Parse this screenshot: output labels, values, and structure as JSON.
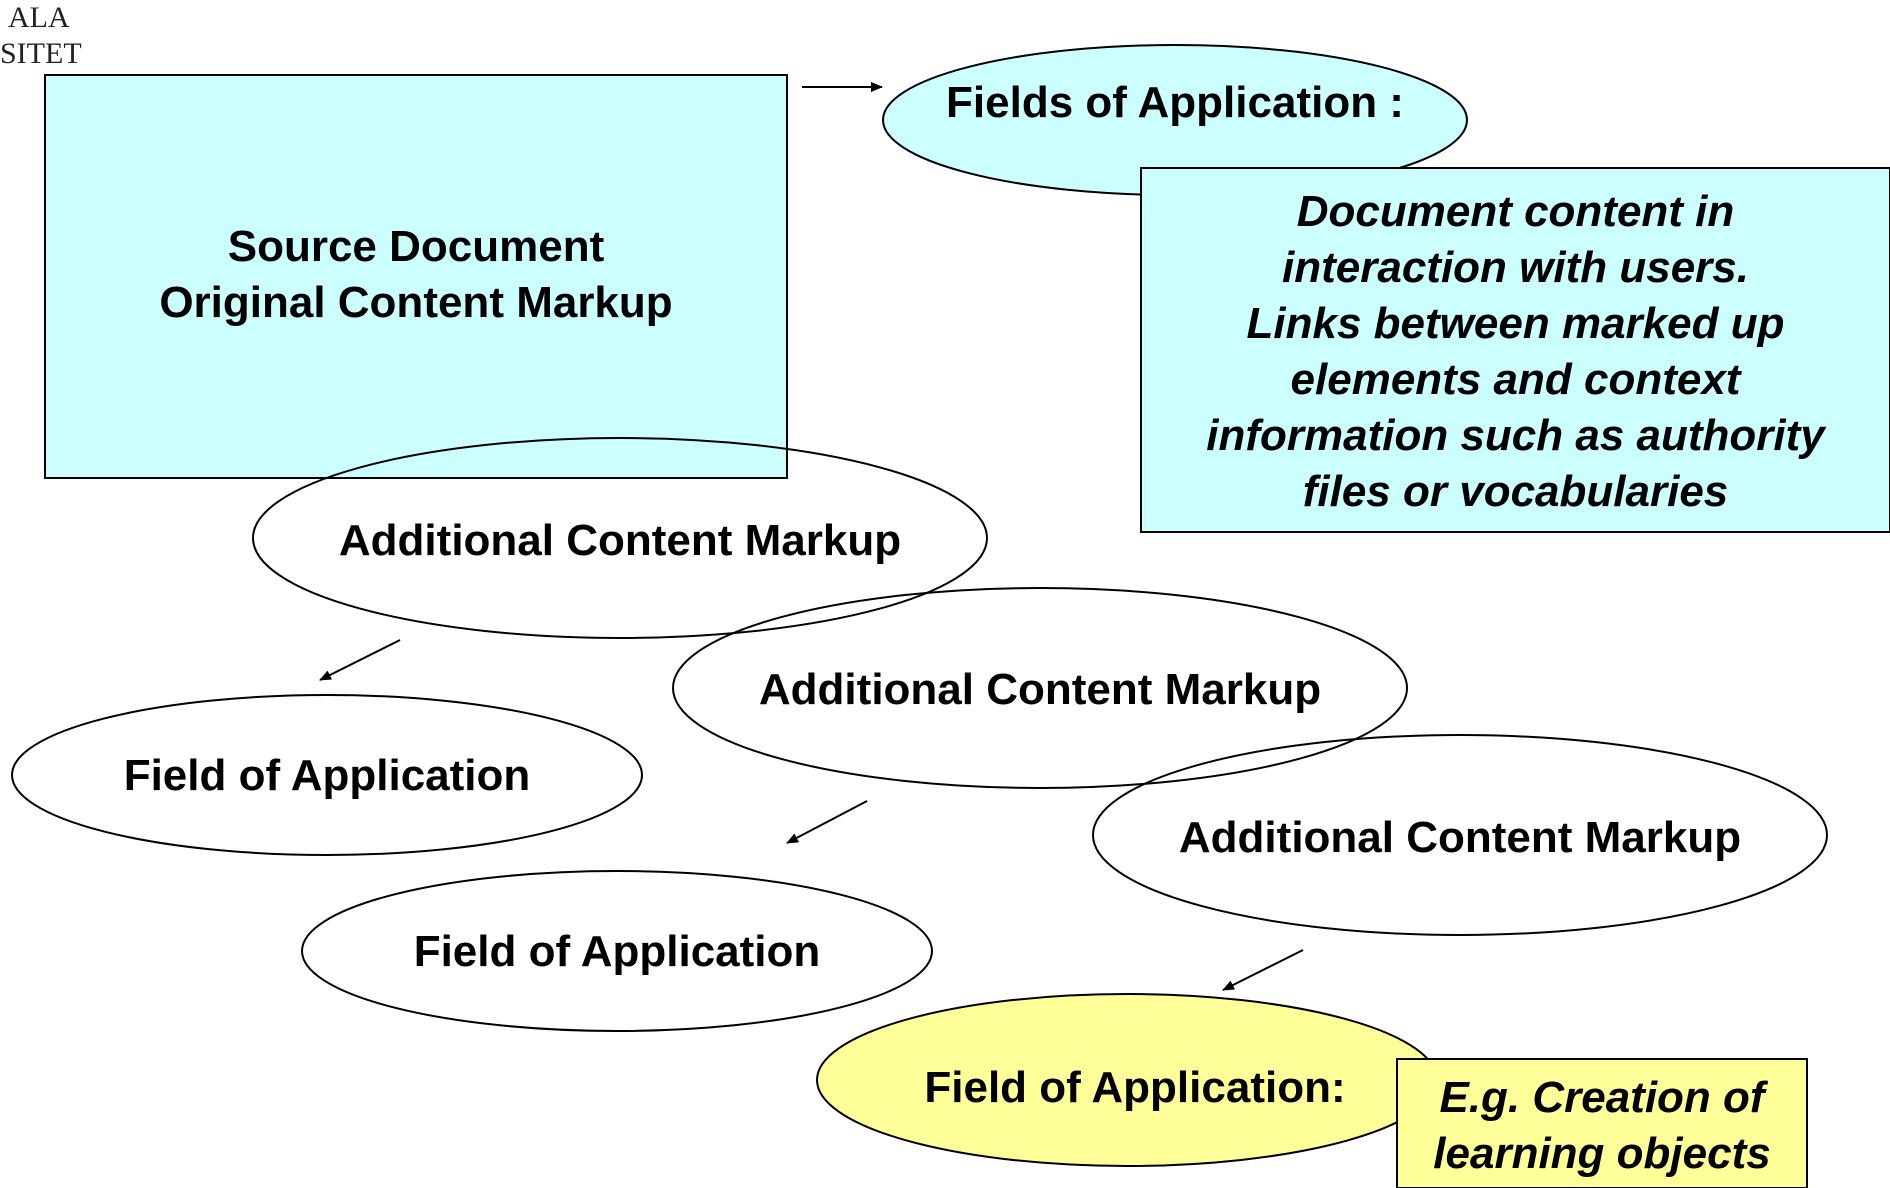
{
  "logo": {
    "line1": "ALA",
    "line2": "SITET"
  },
  "source_box": {
    "line1": "Source Document",
    "line2": "Original Content Markup"
  },
  "fields_top": "Fields of Application :",
  "description": [
    "Document content in",
    "interaction with users.",
    "Links between marked up",
    "elements and context",
    "information such as authority",
    "files or vocabularies"
  ],
  "markup_1": "Additional Content Markup",
  "markup_2": "Additional Content Markup",
  "markup_3": "Additional Content Markup",
  "field_1": "Field of Application",
  "field_2": "Field of Application",
  "field_3": "Field of Application:",
  "example": [
    "E.g. Creation of",
    "learning objects"
  ],
  "colors": {
    "cyan": "#ccffff",
    "yellow": "#ffff99",
    "stroke": "#000000"
  }
}
